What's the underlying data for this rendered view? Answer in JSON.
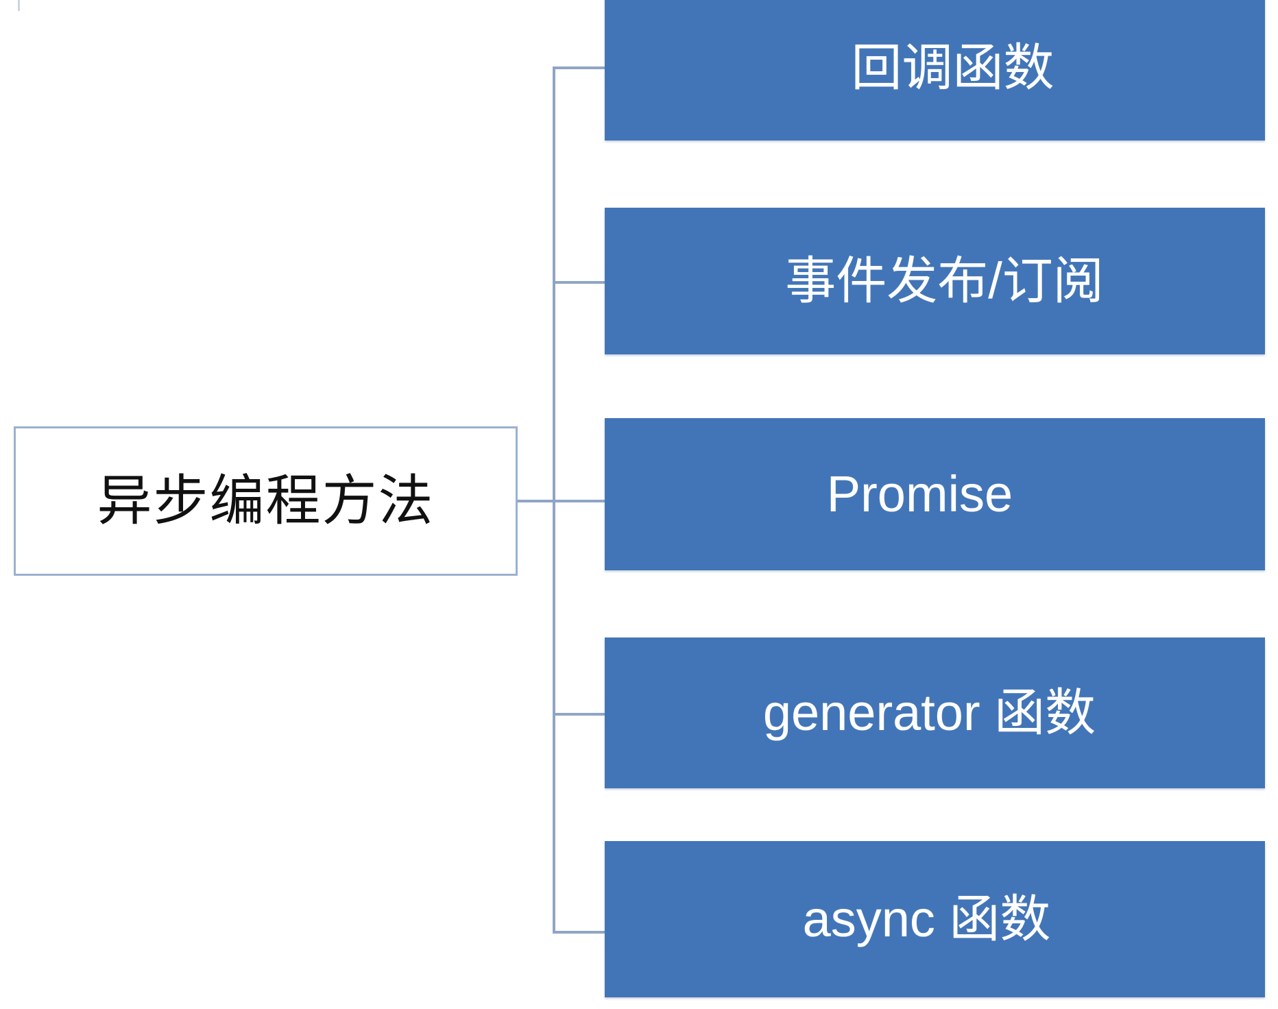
{
  "diagram": {
    "type": "horizontal-hierarchy",
    "title_text": "异步编程方法",
    "colors": {
      "child_fill": "#4275B7",
      "child_text": "#FFFFFF",
      "root_fill": "#FFFFFF",
      "root_border": "#9BB0D0",
      "root_text": "#111111",
      "connector": "#8FA5C6",
      "background": "#FFFFFF"
    },
    "root": {
      "label": "异步编程方法"
    },
    "children": [
      {
        "label": "回调函数"
      },
      {
        "label": "事件发布/订阅"
      },
      {
        "label": "Promise"
      },
      {
        "label": "generator 函数"
      },
      {
        "label": "async 函数"
      }
    ]
  }
}
